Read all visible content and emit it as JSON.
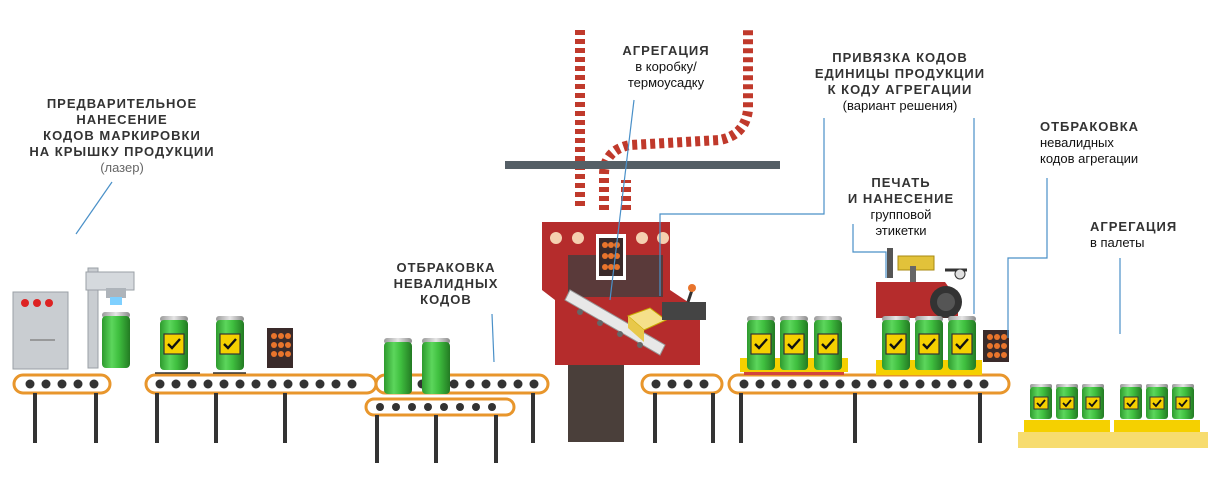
{
  "captions": {
    "pre_marking": {
      "lines": [
        "ПРЕДВАРИТЕЛЬНОЕ",
        "НАНЕСЕНИЕ",
        "КОДОВ МАРКИРОВКИ",
        "НА КРЫШКУ ПРОДУКЦИИ"
      ],
      "sub": "(лазер)"
    },
    "reject_codes": {
      "lines": [
        "ОТБРАКОВКА",
        "НЕВАЛИДНЫХ",
        "КОДОВ"
      ]
    },
    "aggregation_box": {
      "title": "АГРЕГАЦИЯ",
      "sub": [
        "в коробку/",
        "термоусадку"
      ]
    },
    "binding": {
      "lines": [
        "ПРИВЯЗКА  КОДОВ",
        "ЕДИНИЦЫ  ПРОДУКЦИИ",
        "К КОДУ АГРЕГАЦИИ"
      ],
      "sub": "(вариант решения)"
    },
    "group_label": {
      "lines": [
        "ПЕЧАТЬ",
        "И НАНЕСЕНИЕ"
      ],
      "sub": [
        "групповой",
        "этикетки"
      ]
    },
    "reject_agg": {
      "title": "ОТБРАКОВКА",
      "sub": [
        "невалидных",
        "кодов агрегации"
      ]
    },
    "pallet": {
      "title": "АГРЕГАЦИЯ",
      "sub": "в палеты"
    }
  },
  "colors": {
    "machine_red": "#b52c2c",
    "conveyor_orange": "#e8962c",
    "can_green": "#3fbf3f",
    "label_yellow": "#f5d000",
    "pallet_yellow": "#f7dc6f",
    "leader_blue": "#4a90c8",
    "dark_grey": "#444444"
  },
  "icons": [
    "laser-marker-icon",
    "control-cabinet-icon",
    "can-icon",
    "code-label-icon",
    "code-panel-icon",
    "aggregation-machine-icon",
    "label-printer-icon",
    "pallet-icon"
  ]
}
